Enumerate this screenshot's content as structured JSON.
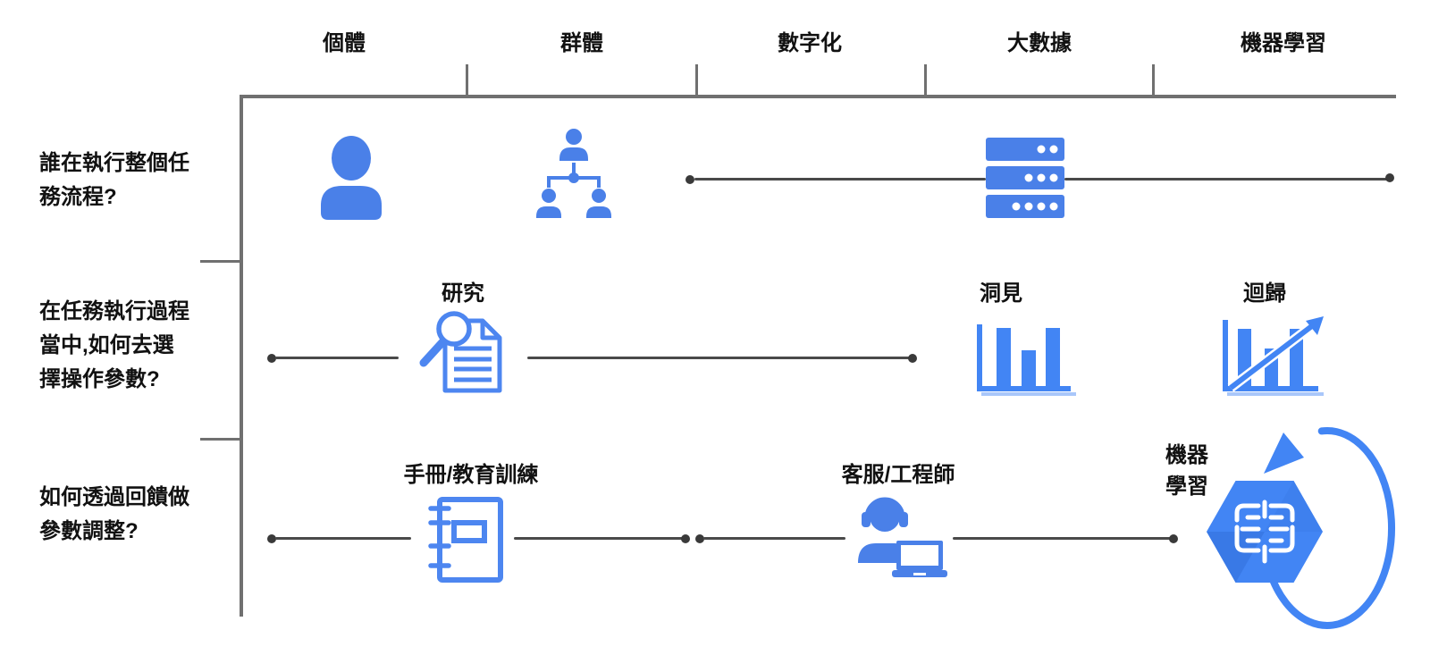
{
  "diagram_title": "",
  "columns": [
    {
      "label": "個體"
    },
    {
      "label": "群體"
    },
    {
      "label": "數字化"
    },
    {
      "label": "大數據"
    },
    {
      "label": "機器學習"
    }
  ],
  "rows": [
    {
      "question": "誰在執行整個任\n務流程?"
    },
    {
      "question": "在任務執行過程\n當中,如何去選\n擇操作參數?"
    },
    {
      "question": "如何透過回饋做\n參數調整?"
    }
  ],
  "captions": {
    "research": "研究",
    "insight": "洞見",
    "regression": "迴歸",
    "manual": "手冊/教育訓練",
    "support": "客服/工程師",
    "ml": "機器\n學習"
  },
  "icons": [
    "person-icon",
    "org-chart-icon",
    "server-rack-icon",
    "research-document-icon",
    "bar-chart-icon",
    "regression-chart-icon",
    "notebook-icon",
    "support-agent-icon",
    "ml-hexagon-loop-icon"
  ],
  "colors": {
    "icon_blue": "#4a80e8",
    "outline_blue": "#4d86f0",
    "chart_blue": "#4285f4",
    "row_line_gray": "#4a4a4a",
    "axis_gray": "#707070",
    "text": "#111111"
  }
}
